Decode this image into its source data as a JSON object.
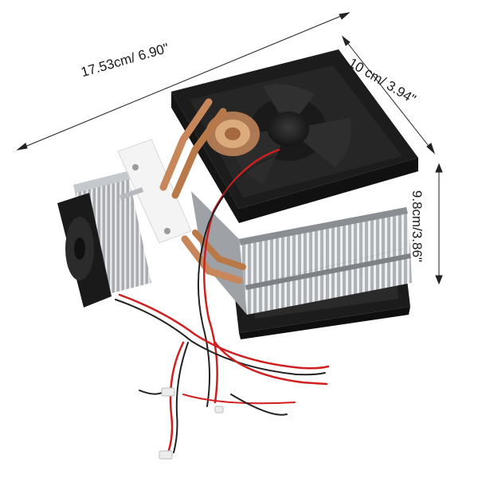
{
  "dimensions": {
    "length": "17.53cm/ 6.90\"",
    "width": "10 cm/ 3.94\"",
    "height": "9.8cm/3.86\""
  },
  "colors": {
    "background": "#ffffff",
    "fan_black": "#1c1c1c",
    "heatsink_silver": "#c9ccd0",
    "copper_pipe": "#c7875a",
    "wire_red": "#d11f1f",
    "wire_black": "#222222",
    "insulation_white": "#f2f2f2"
  }
}
